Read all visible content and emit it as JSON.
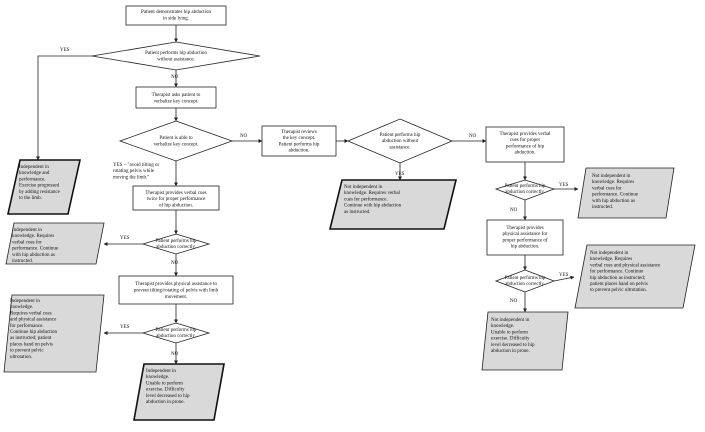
{
  "nodes": {
    "start": [
      "Patient demonstrates hip abduction",
      "in side lying."
    ],
    "d1": [
      "Patient performs hip abduction",
      "without assistance."
    ],
    "p1": [
      "Therapist asks patient to",
      "verbalize key concept."
    ],
    "d2": [
      "Patient is able to",
      "verbalize key concept."
    ],
    "cue1": [
      "YES – \"avoid tilting or",
      "rotating pelvis while",
      "moving the limb.\""
    ],
    "out1": [
      "Independent in",
      "knowledge and",
      "performance.",
      "Exercise progressed",
      "by adding resistance",
      "to the limb."
    ],
    "p2": [
      "Therapist provides verbal cues",
      "twice for proper performance",
      "of hip abduction."
    ],
    "d3": [
      "Patient performs hip",
      "abduction correctly."
    ],
    "out2": [
      "Independent in",
      "knowledge. Requires",
      "verbal cues for",
      "performance. Continue",
      "with hip abduction as",
      "instructed."
    ],
    "p3": [
      "Therapist provides physical assistance to",
      "prevent tilting/rotating of pelvis with limb",
      "movement."
    ],
    "d4": [
      "Patient performs hip",
      "abduction correctly."
    ],
    "out3": [
      "Independent in",
      "knowledge.",
      "Requires verbal cues",
      "and physical assistance",
      "for performance.",
      "Continue hip abduction",
      "as instructed; patient",
      "places hand on pelvis",
      "to prevent pelvic",
      "ultrotation."
    ],
    "out4": [
      "Independent in",
      "knowledge.",
      "Unable to perform",
      "exercise. Difficulty",
      "level decreased to hip",
      "abduction in prone."
    ],
    "p4": [
      "Therapist reviews",
      "the key concept.",
      "Patient performs hip",
      "abduction."
    ],
    "d5": [
      "Patient performs hip",
      "abduction without",
      "assistance."
    ],
    "out5": [
      "Not independent in",
      "knowledge. Requires verbal",
      "cues for performance.",
      "Continue with hip abduction",
      "as instructed."
    ],
    "p5": [
      "Therapist provides verbal",
      "cues for proper",
      "performance of hip",
      "abduction."
    ],
    "d6": [
      "Patient performs hip",
      "abduction correctly."
    ],
    "out6": [
      "Not independent in",
      "knowledge. Requires",
      "verbal cues for",
      "performance. Continue",
      "with hip abduction as",
      "instructed."
    ],
    "p6": [
      "Therapist provides",
      "physical assistance for",
      "proper performance of",
      "hip abduction."
    ],
    "d7": [
      "Patient performs hip",
      "abduction correctly."
    ],
    "out7": [
      "Not independent in",
      "knowledge. Requires",
      "verbal cues and physical assistance",
      "for performance. Continue",
      "hip abduction as instructed;",
      "patient places hand on pelvis",
      "to prevent pelvic ultrotation."
    ],
    "out8": [
      "Not independent in",
      "knowledge.",
      "Unable to perform",
      "exercise. Difficulty",
      "level decreased to hip",
      "abduction in prone."
    ]
  },
  "edges": {
    "d1_yes": "YES",
    "d1_no": "NO",
    "d2_no": "NO",
    "d3_yes": "YES",
    "d3_no": "NO",
    "d4_yes": "YES",
    "d4_no": "NO",
    "d5_no": "NO",
    "d5_yes": "YES",
    "d6_yes": "YES",
    "d6_no": "NO",
    "d7_yes": "YES",
    "d7_no": "NO"
  }
}
